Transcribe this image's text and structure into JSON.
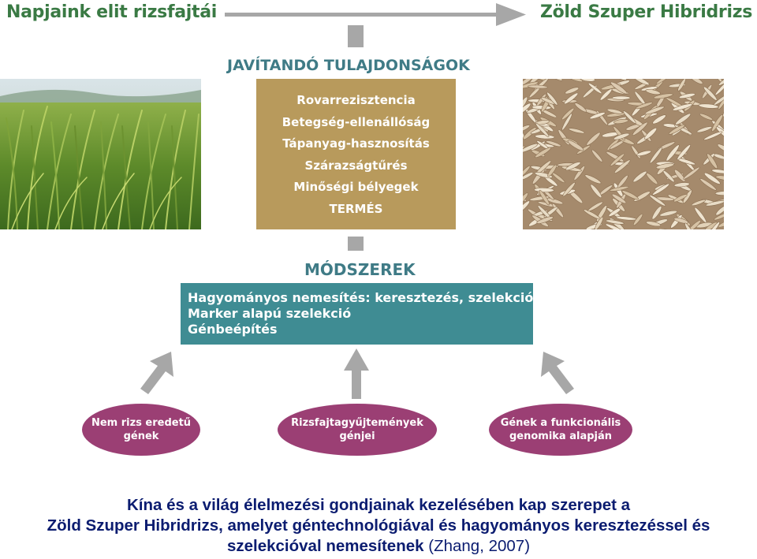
{
  "header": {
    "left_title": "Napjaink elit rizsfajtái",
    "right_title": "Zöld Szuper Hibridrizs"
  },
  "traits": {
    "title": "JAVÍTANDÓ TULAJDONSÁGOK",
    "items": [
      "Rovarrezisztencia",
      "Betegség-ellenállóság",
      "Tápanyag-hasznosítás",
      "Szárazságtűrés",
      "Minőségi bélyegek",
      "TERMÉS"
    ]
  },
  "methods": {
    "title": "MÓDSZEREK",
    "items": [
      "Hagyományos nemesítés: keresztezés, szelekció",
      "Marker alapú szelekció",
      "Génbeépítés"
    ]
  },
  "sources": [
    {
      "line1": "Nem rizs eredetű",
      "line2": "gének"
    },
    {
      "line1": "Rizsfajtagyűjtemények",
      "line2": "génjei"
    },
    {
      "line1": "Gének a funkcionális",
      "line2": "genomika alapján"
    }
  ],
  "caption": {
    "line1": "Kína és a világ élelmezési gondjainak kezelésében kap szerepet a",
    "line2": "Zöld Szuper Hibridrizs, amelyet géntechnológiával és hagyományos keresztezéssel és",
    "line3_bold": "szelekcióval nemesítenek",
    "line3_cite": "(Zhang, 2007)"
  },
  "colors": {
    "header_green": "#3a7a44",
    "gold": "#b89a5c",
    "teal": "#3f8c93",
    "section_teal": "#3f7b86",
    "magenta": "#9b3f74",
    "arrow_gray": "#a7a7a7",
    "caption_navy": "#0b1c70"
  }
}
